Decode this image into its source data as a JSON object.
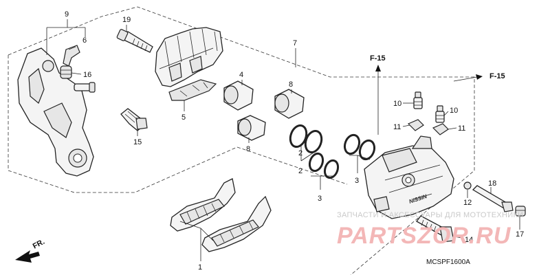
{
  "callouts": {
    "p9": "9",
    "p6": "6",
    "p16": "16",
    "p19": "19",
    "p5": "5",
    "p15": "15",
    "p4": "4",
    "p8a": "8",
    "p8b": "8",
    "p7": "7",
    "p2a": "2",
    "p2b": "2",
    "p3a": "3",
    "p3b": "3",
    "p3c": "3",
    "p10a": "10",
    "p10b": "10",
    "p11a": "11",
    "p11b": "11",
    "p12": "12",
    "p18": "18",
    "p17": "17",
    "p14": "14",
    "p1": "1"
  },
  "refs": {
    "f15a": "F-15",
    "f15b": "F-15"
  },
  "front_label": "FR.",
  "diagram_code": "MCSPF1600A",
  "watermark": {
    "top": "ЗАПЧАСТИ И АКСЕССУАРЫ ДЛЯ МОТОТЕХНИКИ",
    "brand": "PARTSZOR.RU"
  }
}
